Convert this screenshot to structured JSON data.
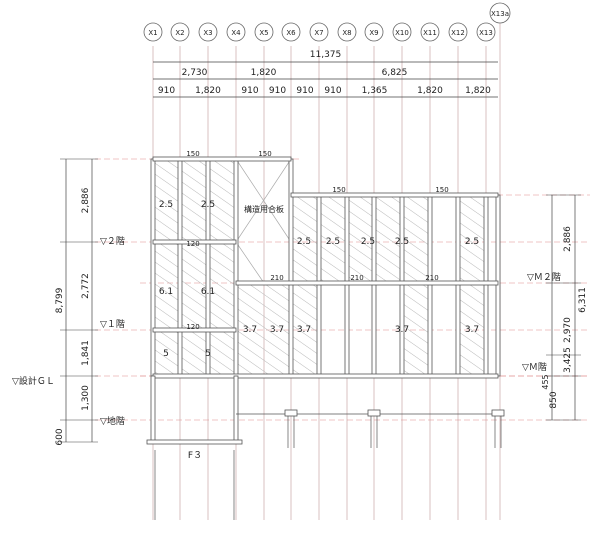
{
  "grid_labels": [
    "X1",
    "X2",
    "X3",
    "X4",
    "X5",
    "X6",
    "X7",
    "X8",
    "X9",
    "X10",
    "X11",
    "X12",
    "X13"
  ],
  "extra_grid_label": "X13a",
  "dims": {
    "total": "11,375",
    "seg1": [
      "2,730",
      "1,820",
      "6,825"
    ],
    "seg2": [
      "910",
      "1,820",
      "910",
      "910",
      "910",
      "910",
      "1,365",
      "1,820",
      "1,820"
    ]
  },
  "left_dims": {
    "overall": "8,799",
    "floor2": "2,886",
    "floor1": "2,772",
    "ground": "1,841",
    "basement": "1,300",
    "foundation": "600"
  },
  "right_dims": {
    "top": "2,886",
    "total": "6,311",
    "mid": "2,970",
    "mid_total": "3,425",
    "low": "455",
    "bottom": "850"
  },
  "levels": {
    "floor2": "▽２階",
    "floor1": "▽１階",
    "gl": "▽設計ＧＬ",
    "basement": "▽地階",
    "m2": "▽Ｍ２階",
    "m": "▽Ｍ階"
  },
  "beam_labels": {
    "top1": "150",
    "top2": "150",
    "top3": "150",
    "top4": "150",
    "b1": "120",
    "b2": "120",
    "r1": "210",
    "r2": "210",
    "r3": "210"
  },
  "panel_values": {
    "upper_left": [
      "2.5",
      "2.5"
    ],
    "upper_right": [
      "2.5",
      "2.5",
      "2.5",
      "2.5",
      "2.5"
    ],
    "middle_left": [
      "6.1",
      "6.1"
    ],
    "lower_left": [
      "5",
      "5"
    ],
    "lower_right": [
      "3.7",
      "3.7",
      "3.7",
      "3.7",
      "3.7"
    ]
  },
  "notes": {
    "structural_plywood": "構造用合板",
    "footing": "F３"
  },
  "colors": {
    "grid": "#c8a8a8",
    "hatch": "#b0b0b0",
    "level_line": "#e08a8a",
    "frame": "#555555"
  }
}
